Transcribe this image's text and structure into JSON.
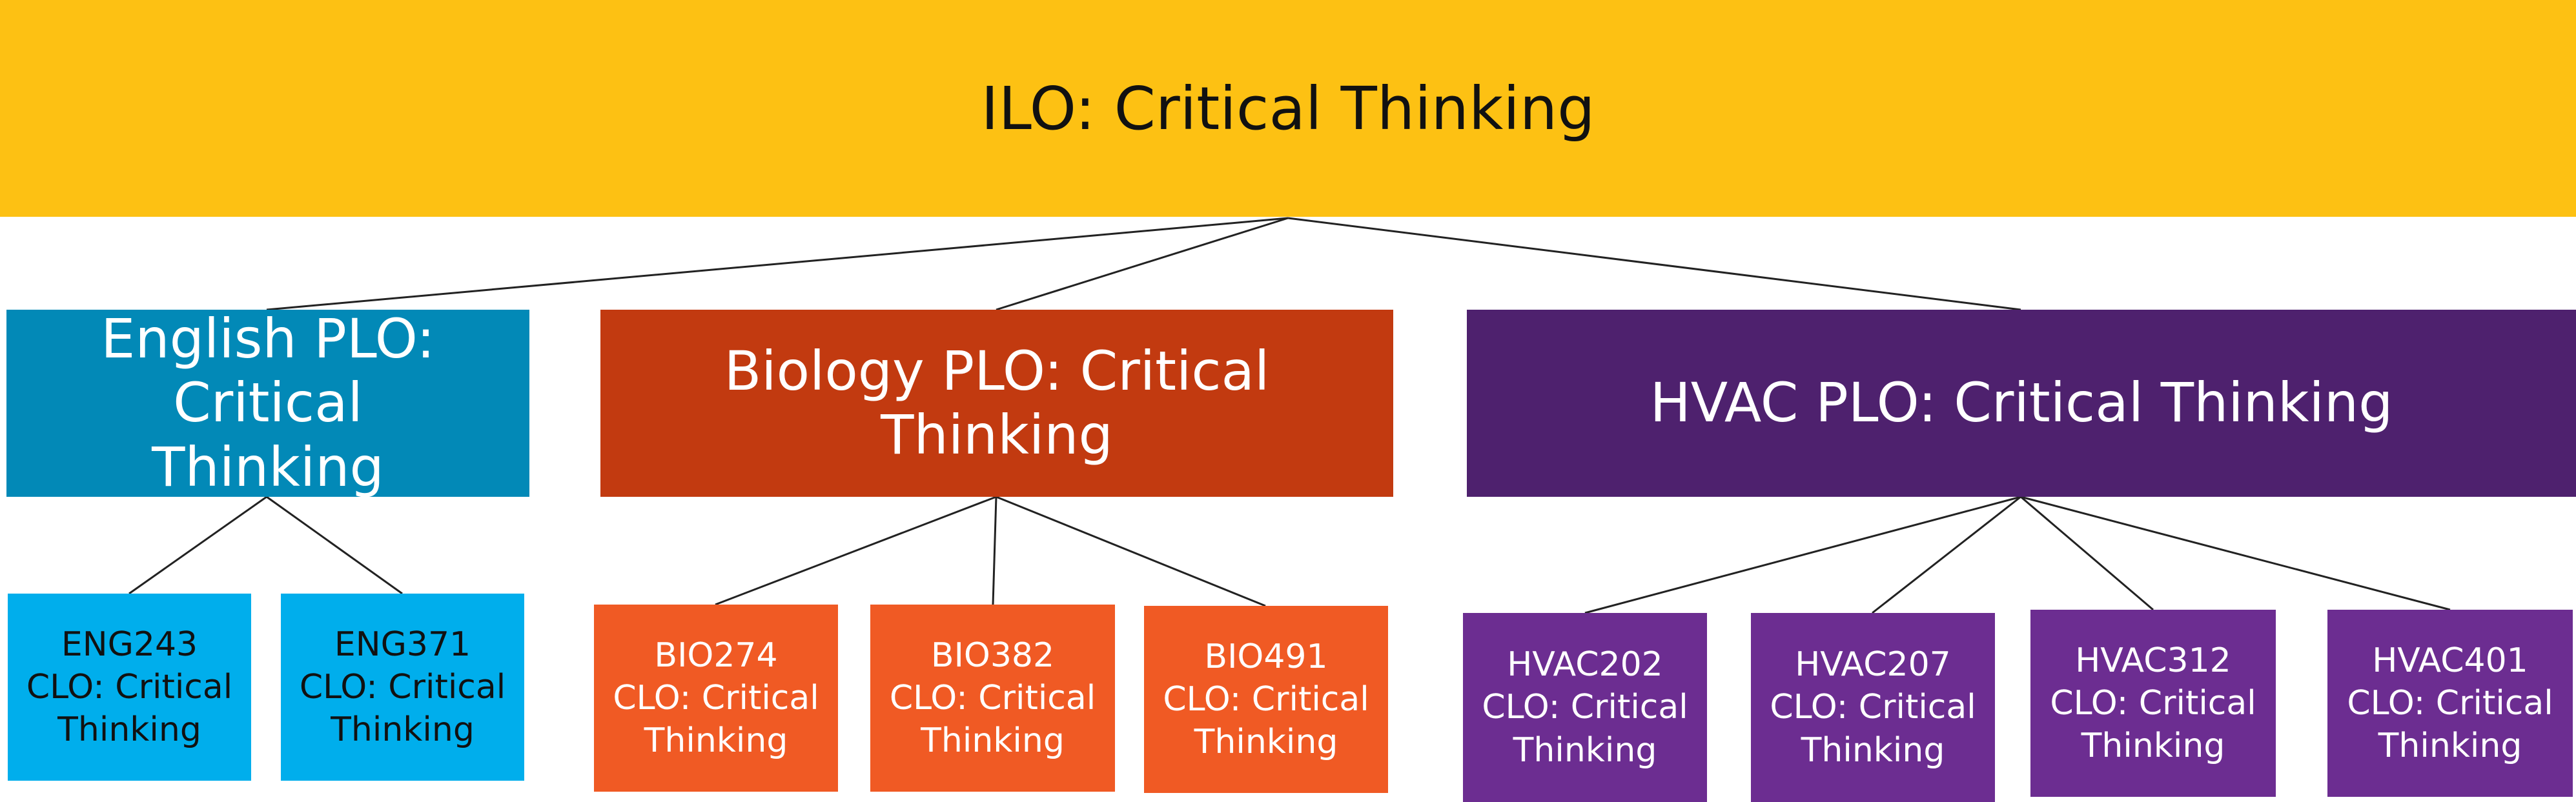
{
  "ilo": {
    "label": "ILO: Critical Thinking",
    "color": "#FDC113",
    "text_color": "#111111"
  },
  "plos": [
    {
      "label": "English PLO: Critical\nThinking",
      "color": "#0289B7",
      "text_color": "#FFFFFF"
    },
    {
      "label": "Biology PLO: Critical Thinking",
      "color": "#C23A10",
      "text_color": "#FFFFFF"
    },
    {
      "label": "HVAC PLO: Critical Thinking",
      "color": "#4E216E",
      "text_color": "#FFFFFF"
    }
  ],
  "clos": {
    "english": {
      "color": "#00AEEC",
      "text_color": "#111111",
      "items": [
        "ENG243\nCLO: Critical\nThinking",
        "ENG371\nCLO: Critical\nThinking"
      ]
    },
    "biology": {
      "color": "#F05A24",
      "text_color": "#FFFFFF",
      "items": [
        "BIO274\nCLO: Critical\nThinking",
        "BIO382\nCLO: Critical\nThinking",
        "BIO491\nCLO: Critical\nThinking"
      ]
    },
    "hvac": {
      "color": "#6C2D91",
      "text_color": "#FFFFFF",
      "items": [
        "HVAC202\nCLO: Critical\nThinking",
        "HVAC207\nCLO: Critical\nThinking",
        "HVAC312\nCLO: Critical\nThinking",
        "HVAC401\nCLO: Critical\nThinking"
      ]
    }
  },
  "connector_color": "#222222"
}
